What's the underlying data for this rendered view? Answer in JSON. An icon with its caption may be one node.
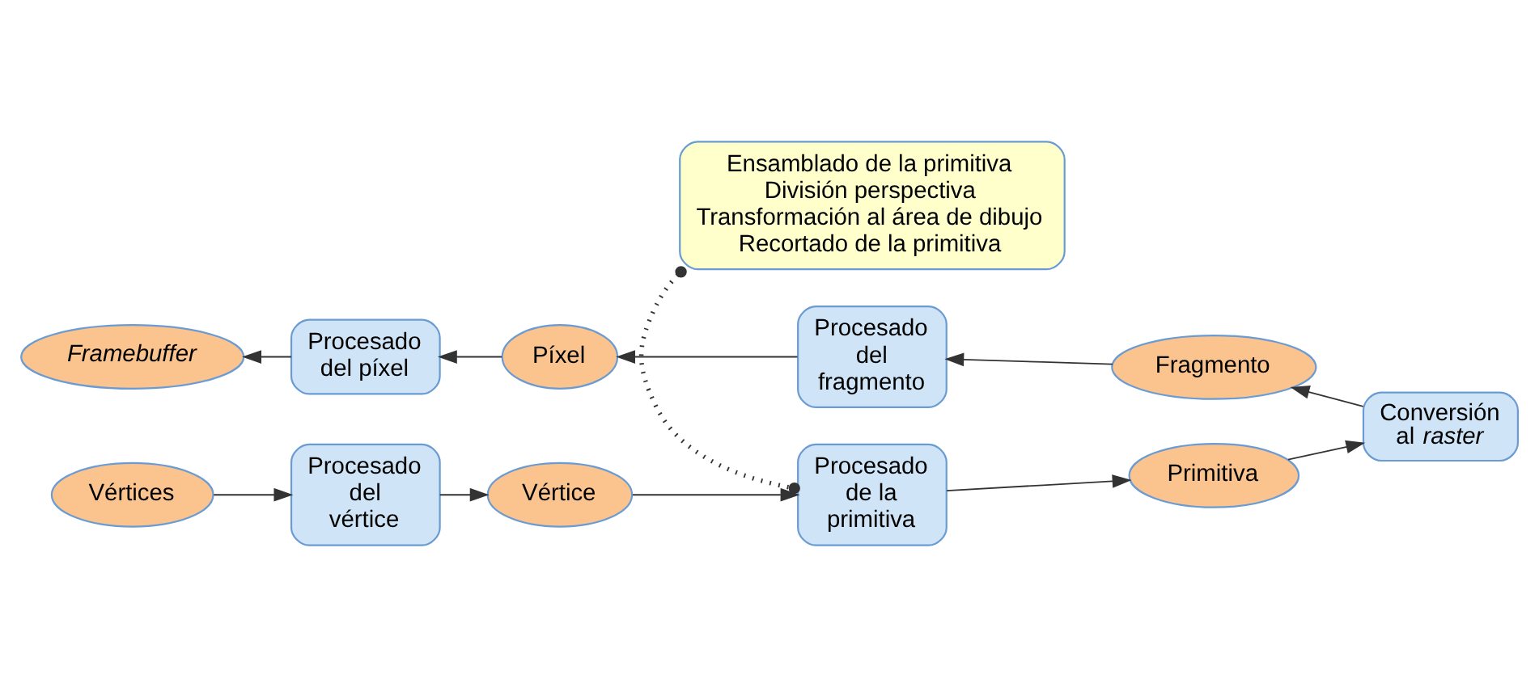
{
  "diagram": {
    "nodes": [
      {
        "text": [
          "Ensamblado de la primitiva",
          "División perspectiva",
          "Transformación al área de dibujo",
          "Recortado de la primitiva"
        ]
      },
      {
        "text": [
          "Vértices"
        ]
      },
      {
        "text": [
          "Procesado del vértice"
        ]
      },
      {
        "text": [
          "Vértice"
        ]
      },
      {
        "text": [
          "Procesado de la primitiva"
        ]
      },
      {
        "text": [
          "Primitiva"
        ]
      },
      {
        "text": [
          "Conversión al *raster*"
        ]
      },
      {
        "text": [
          "Framebuffer"
        ]
      },
      {
        "text": [
          "Procesado del píxel"
        ]
      },
      {
        "text": [
          "Píxel"
        ]
      },
      {
        "text": [
          "Procesado del fragmento"
        ]
      },
      {
        "text": [
          "Fragmento"
        ]
      }
    ],
    "edges": [
      {
        "from": 1,
        "to": 2,
        "arrow": "to"
      },
      {
        "from": 2,
        "to": 3,
        "arrow": "to"
      },
      {
        "from": 3,
        "to": 4,
        "arrow": "to"
      },
      {
        "from": 4,
        "to": 5,
        "arrow": "to"
      },
      {
        "from": 5,
        "to": 6,
        "arrow": "to"
      },
      {
        "from": 6,
        "to": 11,
        "arrow": "to"
      },
      {
        "from": 11,
        "to": 10,
        "arrow": "to"
      },
      {
        "from": 10,
        "to": 9,
        "arrow": "to"
      },
      {
        "from": 9,
        "to": 8,
        "arrow": "to"
      },
      {
        "from": 8,
        "to": 7,
        "arrow": "to"
      },
      {
        "from": 0,
        "to": 4,
        "arrow": "other",
        "style": "dashed"
      }
    ]
  }
}
